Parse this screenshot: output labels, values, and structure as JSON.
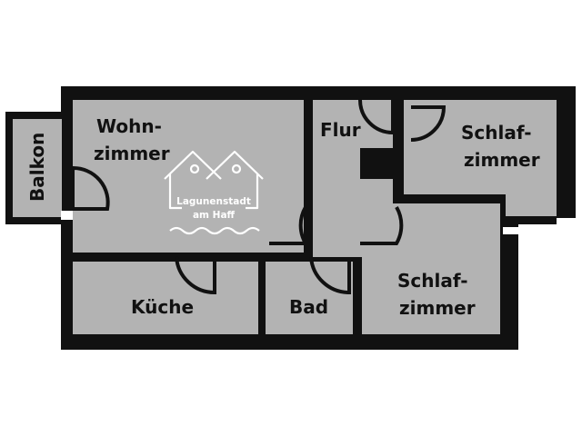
{
  "colors": {
    "wall": "#111111",
    "floor": "#b3b3b3",
    "background": "#ffffff",
    "logo": "#ffffff"
  },
  "rooms": {
    "wohnzimmer": {
      "line1": "Wohn-",
      "line2": "zimmer"
    },
    "flur": {
      "label": "Flur"
    },
    "schlafzimmer_top": {
      "line1": "Schlaf-",
      "line2": "zimmer"
    },
    "schlafzimmer_bottom": {
      "line1": "Schlaf-",
      "line2": "zimmer"
    },
    "kueche": {
      "label": "Küche"
    },
    "bad": {
      "label": "Bad"
    },
    "balkon": {
      "label": "Balkon"
    }
  },
  "logo": {
    "icon": "two-houses-on-water-icon",
    "line1": "Lagunenstadt",
    "line2": "am Haff"
  }
}
